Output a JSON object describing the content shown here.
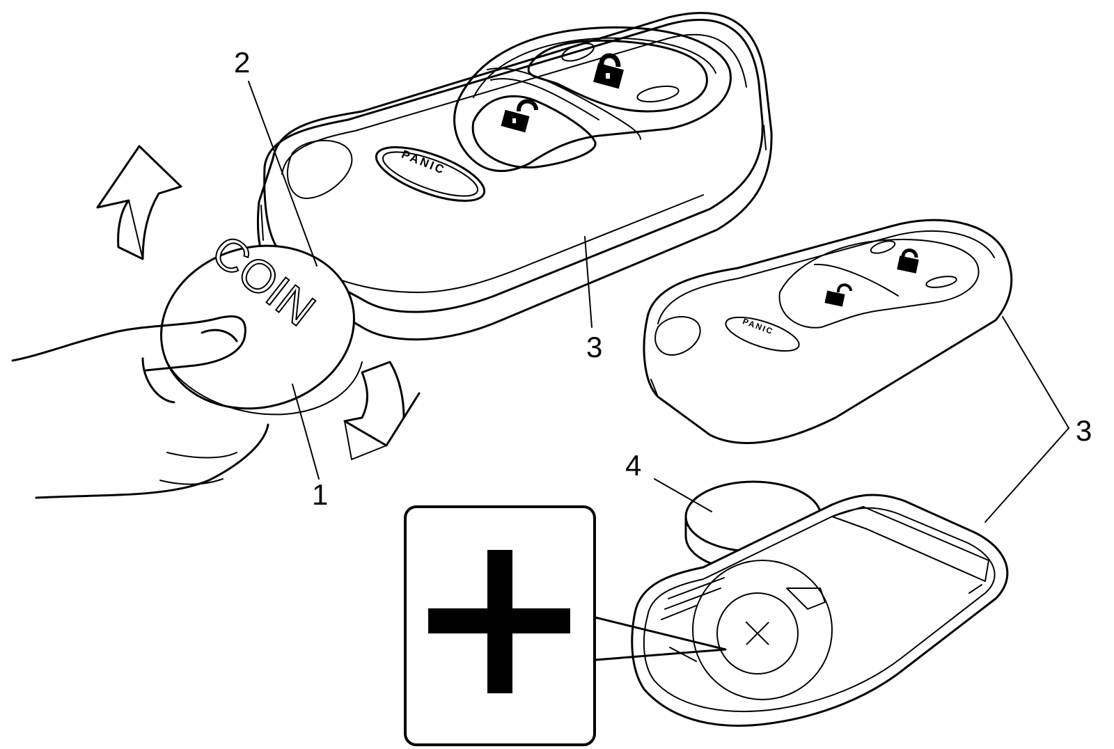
{
  "callouts": {
    "coin": "1",
    "slot": "2",
    "housing_top": "3",
    "housing_right": "3",
    "battery": "4"
  },
  "labels": {
    "panic_large": "PANIC",
    "panic_small": "PANIC",
    "coin_text": "COIN"
  },
  "inset": {
    "symbol": "+"
  }
}
